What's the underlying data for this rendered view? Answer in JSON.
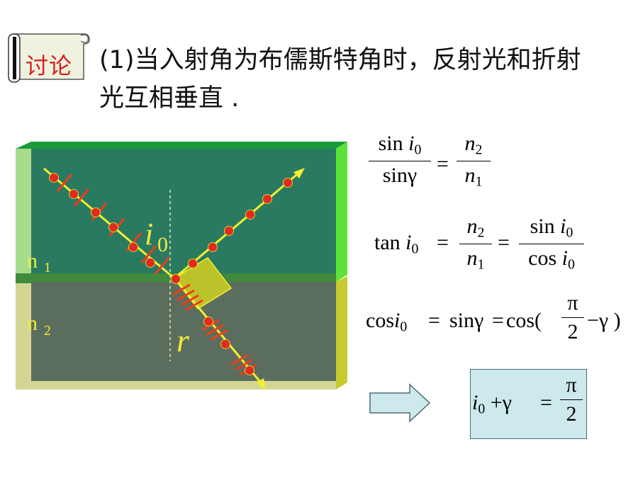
{
  "badge": {
    "text": "讨论"
  },
  "heading": {
    "text": "(1)当入射角为布儒斯特角时，反射光和折射光互相垂直 ."
  },
  "diagram": {
    "medium1": "n1",
    "medium2": "n2",
    "angle_incident": "i0",
    "angle_refracted": "r",
    "colors": {
      "medium1": "#2a7a62",
      "medium2": "#5b6e5e",
      "rays": "#f3ef2c",
      "dots": "#e22b20",
      "ticks": "#ef3c19",
      "right_angle": "#bcc229"
    }
  },
  "equations": {
    "eq1": {
      "num": "sin i0",
      "den": "sinγ",
      "eq": "=",
      "rnum": "n2",
      "rden": "n1"
    },
    "eq2": {
      "lhs": "tan i0",
      "eq": "=",
      "num1": "n2",
      "den1": "n1",
      "eq2": "=",
      "num2": "sin i0",
      "den2": "cos i0"
    },
    "eq3": {
      "lhs": "cosi0",
      "eq1": "=",
      "mid": "sinγ",
      "eq2": "=",
      "rhs_pre": "cos(",
      "pi": "π",
      "two": "2",
      "rhs_post": "−γ )"
    },
    "result": {
      "lhs": "i0 +γ",
      "eq": "=",
      "pi": "π",
      "two": "2"
    }
  }
}
